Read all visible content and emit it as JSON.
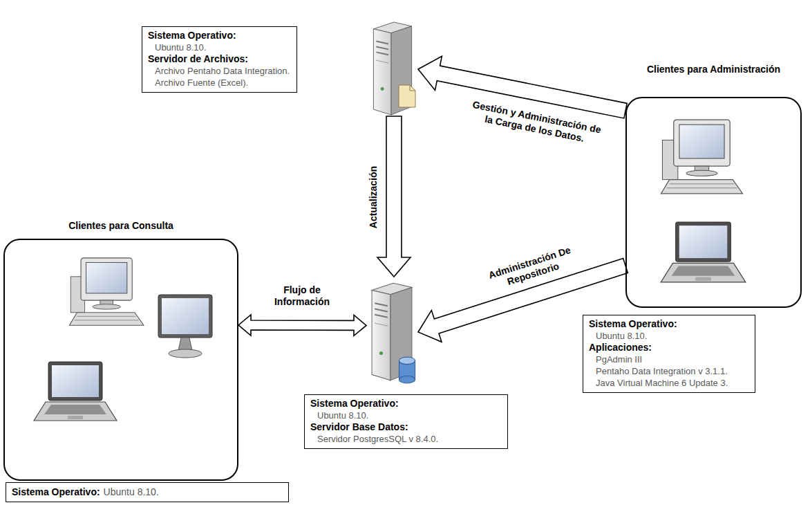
{
  "diagram": {
    "nodes": [
      {
        "text": [
          "Sistema Operativo:",
          "Ubuntu 8.10.",
          "Servidor de Archivos:",
          "Archivo Pentaho Data Integration.",
          "Archivo Fuente (Excel)."
        ]
      },
      {
        "text": [
          "Clientes para Administración"
        ]
      },
      {
        "text": [
          "Clientes para Consulta"
        ]
      },
      {
        "text": [
          "Sistema Operativo:",
          "Ubuntu 8.10.",
          "Servidor Base Datos:",
          "Servidor PostgresSQL v 8.4.0."
        ]
      },
      {
        "text": [
          "Sistema Operativo:",
          "Ubuntu 8.10.",
          "Aplicaciones:",
          "PgAdmin III",
          "Pentaho Data Integration v 3.1.1.",
          "Java Virtual Machine 6 Update 3."
        ]
      },
      {
        "text": [
          "Sistema Operativo:",
          "Ubuntu 8.10."
        ]
      }
    ],
    "edges": [
      {
        "from": 1,
        "to": 0,
        "arrow": "to",
        "label": "Gestión y Administración de la Carga de los Datos."
      },
      {
        "from": 0,
        "to": 3,
        "arrow": "to",
        "label": "Actualización"
      },
      {
        "from": 1,
        "to": 3,
        "arrow": "to",
        "label": "Administración De Repositorio"
      },
      {
        "from": 2,
        "to": 3,
        "arrow": "both",
        "label": "Flujo de Información"
      }
    ]
  }
}
